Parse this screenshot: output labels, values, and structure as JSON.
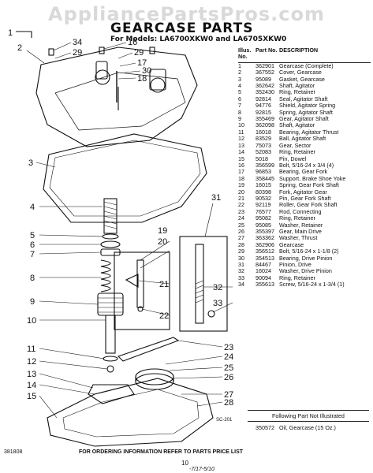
{
  "watermark": "AppliancePartsPros.com",
  "title": "GEARCASE PARTS",
  "subtitle": "For Models: LA6700XKW0 and LA6705XKW0",
  "columns": {
    "illus": "Illus. No.",
    "part": "Part No.",
    "desc": "DESCRIPTION"
  },
  "parts": [
    {
      "no": "1",
      "part": "362901",
      "desc": "Gearcase (Complete)"
    },
    {
      "no": "2",
      "part": "367552",
      "desc": "Cover, Gearcase"
    },
    {
      "no": "3",
      "part": "95089",
      "desc": "Gasket, Gearcase"
    },
    {
      "no": "4",
      "part": "362642",
      "desc": "Shaft, Agitator"
    },
    {
      "no": "5",
      "part": "352430",
      "desc": "Ring, Retainer"
    },
    {
      "no": "6",
      "part": "92814",
      "desc": "Seal, Agitator Shaft"
    },
    {
      "no": "7",
      "part": "94776",
      "desc": "Shield, Agitator Spring"
    },
    {
      "no": "8",
      "part": "92815",
      "desc": "Spring, Agitator Shaft"
    },
    {
      "no": "9",
      "part": "355469",
      "desc": "Gear, Agitator Shaft"
    },
    {
      "no": "10",
      "part": "362098",
      "desc": "Shaft, Agitator"
    },
    {
      "no": "11",
      "part": "16018",
      "desc": "Bearing, Agitator Thrust"
    },
    {
      "no": "12",
      "part": "83529",
      "desc": "Ball, Agitator Shaft"
    },
    {
      "no": "13",
      "part": "75073",
      "desc": "Gear, Sector"
    },
    {
      "no": "14",
      "part": "52083",
      "desc": "Ring, Retainer"
    },
    {
      "no": "15",
      "part": "5018",
      "desc": "Pin, Dowel"
    },
    {
      "no": "16",
      "part": "356599",
      "desc": "Bolt, 5/16-24 x 3/4 (4)"
    },
    {
      "no": "17",
      "part": "96853",
      "desc": "Bearing, Gear Fork"
    },
    {
      "no": "18",
      "part": "358445",
      "desc": "Support, Brake Shoe Yoke"
    },
    {
      "no": "19",
      "part": "16015",
      "desc": "Spring, Gear Fork Shaft"
    },
    {
      "no": "20",
      "part": "80398",
      "desc": "Fork, Agitator Gear"
    },
    {
      "no": "21",
      "part": "90532",
      "desc": "Pin, Gear Fork Shaft"
    },
    {
      "no": "22",
      "part": "92119",
      "desc": "Roller, Gear Fork Shaft"
    },
    {
      "no": "23",
      "part": "76577",
      "desc": "Rod, Connecting"
    },
    {
      "no": "24",
      "part": "95082",
      "desc": "Ring, Retainer"
    },
    {
      "no": "25",
      "part": "95085",
      "desc": "Washer, Retainer"
    },
    {
      "no": "26",
      "part": "355397",
      "desc": "Gear, Main Drive"
    },
    {
      "no": "27",
      "part": "363362",
      "desc": "Washer, Thrust"
    },
    {
      "no": "28",
      "part": "362906",
      "desc": "Gearcase"
    },
    {
      "no": "29",
      "part": "356512",
      "desc": "Bolt, 5/16-24 x 1-1/8 (2)"
    },
    {
      "no": "30",
      "part": "354513",
      "desc": "Bearing, Drive Pinion"
    },
    {
      "no": "31",
      "part": "84467",
      "desc": "Pinion, Drive"
    },
    {
      "no": "32",
      "part": "16024",
      "desc": "Washer, Drive Pinion"
    },
    {
      "no": "33",
      "part": "90094",
      "desc": "Ring, Retainer"
    },
    {
      "no": "34",
      "part": "355613",
      "desc": "Screw, 5/16-24 x 1-3/4 (1)"
    }
  ],
  "not_illustrated_heading": "Following Part Not Illustrated",
  "not_illustrated": {
    "part": "350572",
    "desc": "Oil, Gearcase (15 Oz.)"
  },
  "callouts": {
    "c1": "1",
    "c2": "2",
    "c3": "3",
    "c4": "4",
    "c5": "5",
    "c6": "6",
    "c7": "7",
    "c8": "8",
    "c9": "9",
    "c10": "10",
    "c11": "11",
    "c12": "12",
    "c13": "13",
    "c14": "14",
    "c15": "15",
    "c16": "16",
    "c17": "17",
    "c18": "18",
    "c19": "19",
    "c20": "20",
    "c21": "21",
    "c22": "22",
    "c23": "23",
    "c24": "24",
    "c25": "25",
    "c26": "26",
    "c27": "27",
    "c28": "28",
    "c29a": "29",
    "c29b": "29",
    "c30": "30",
    "c31": "31",
    "c32": "32",
    "c33": "33",
    "c34": "34"
  },
  "diagram_code": "SC-201",
  "footer": "FOR ORDERING INFORMATION REFER TO PARTS PRICE LIST",
  "doc_number": "381808",
  "page_number": "10",
  "handwriting": "-7/17-5/10"
}
